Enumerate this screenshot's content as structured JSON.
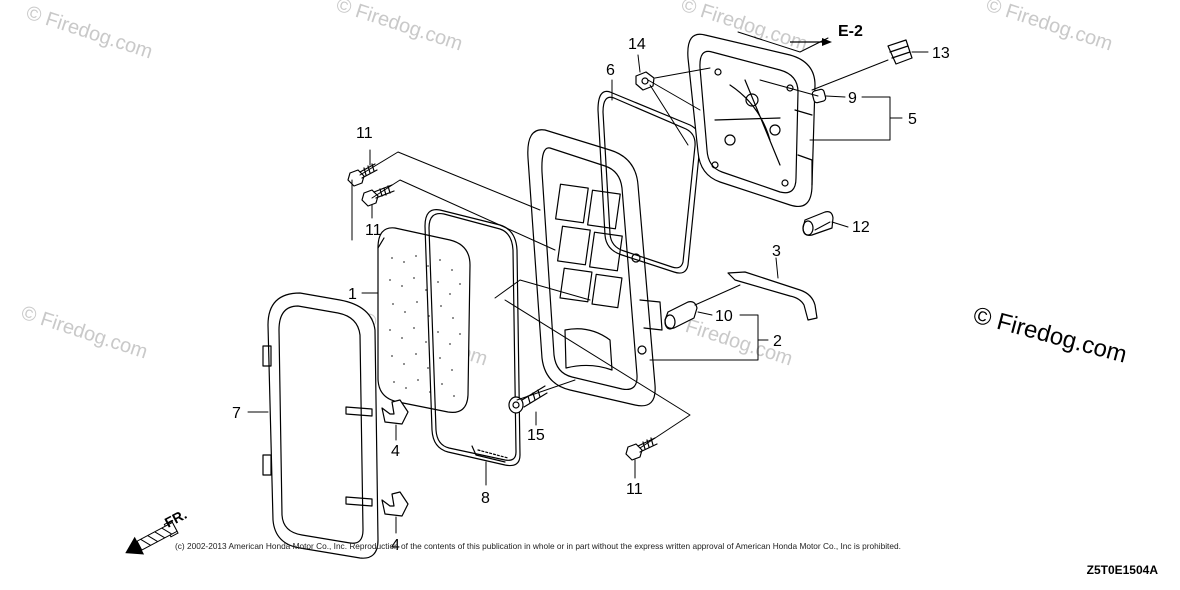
{
  "watermark": {
    "text": "© Firedog.com"
  },
  "side_mark": {
    "text": "© Firedog.com"
  },
  "reference_mark": "E-2",
  "direction_label": "FR.",
  "callouts": {
    "c1": "1",
    "c2": "2",
    "c3": "3",
    "c4a": "4",
    "c4b": "4",
    "c5": "5",
    "c6": "6",
    "c7": "7",
    "c8": "8",
    "c9": "9",
    "c10": "10",
    "c11a": "11",
    "c11b": "11",
    "c11c": "11",
    "c12": "12",
    "c13": "13",
    "c14": "14",
    "c15": "15"
  },
  "copyright": "(c) 2002-2013 American Honda Motor Co., Inc. Reproduction of the contents of this publication in whole or in part without the express written approval of American Honda Motor Co., Inc is prohibited.",
  "part_code": "Z5T0E1504A",
  "colors": {
    "line": "#000000",
    "watermark": "#c9c9c9",
    "background": "#ffffff"
  }
}
